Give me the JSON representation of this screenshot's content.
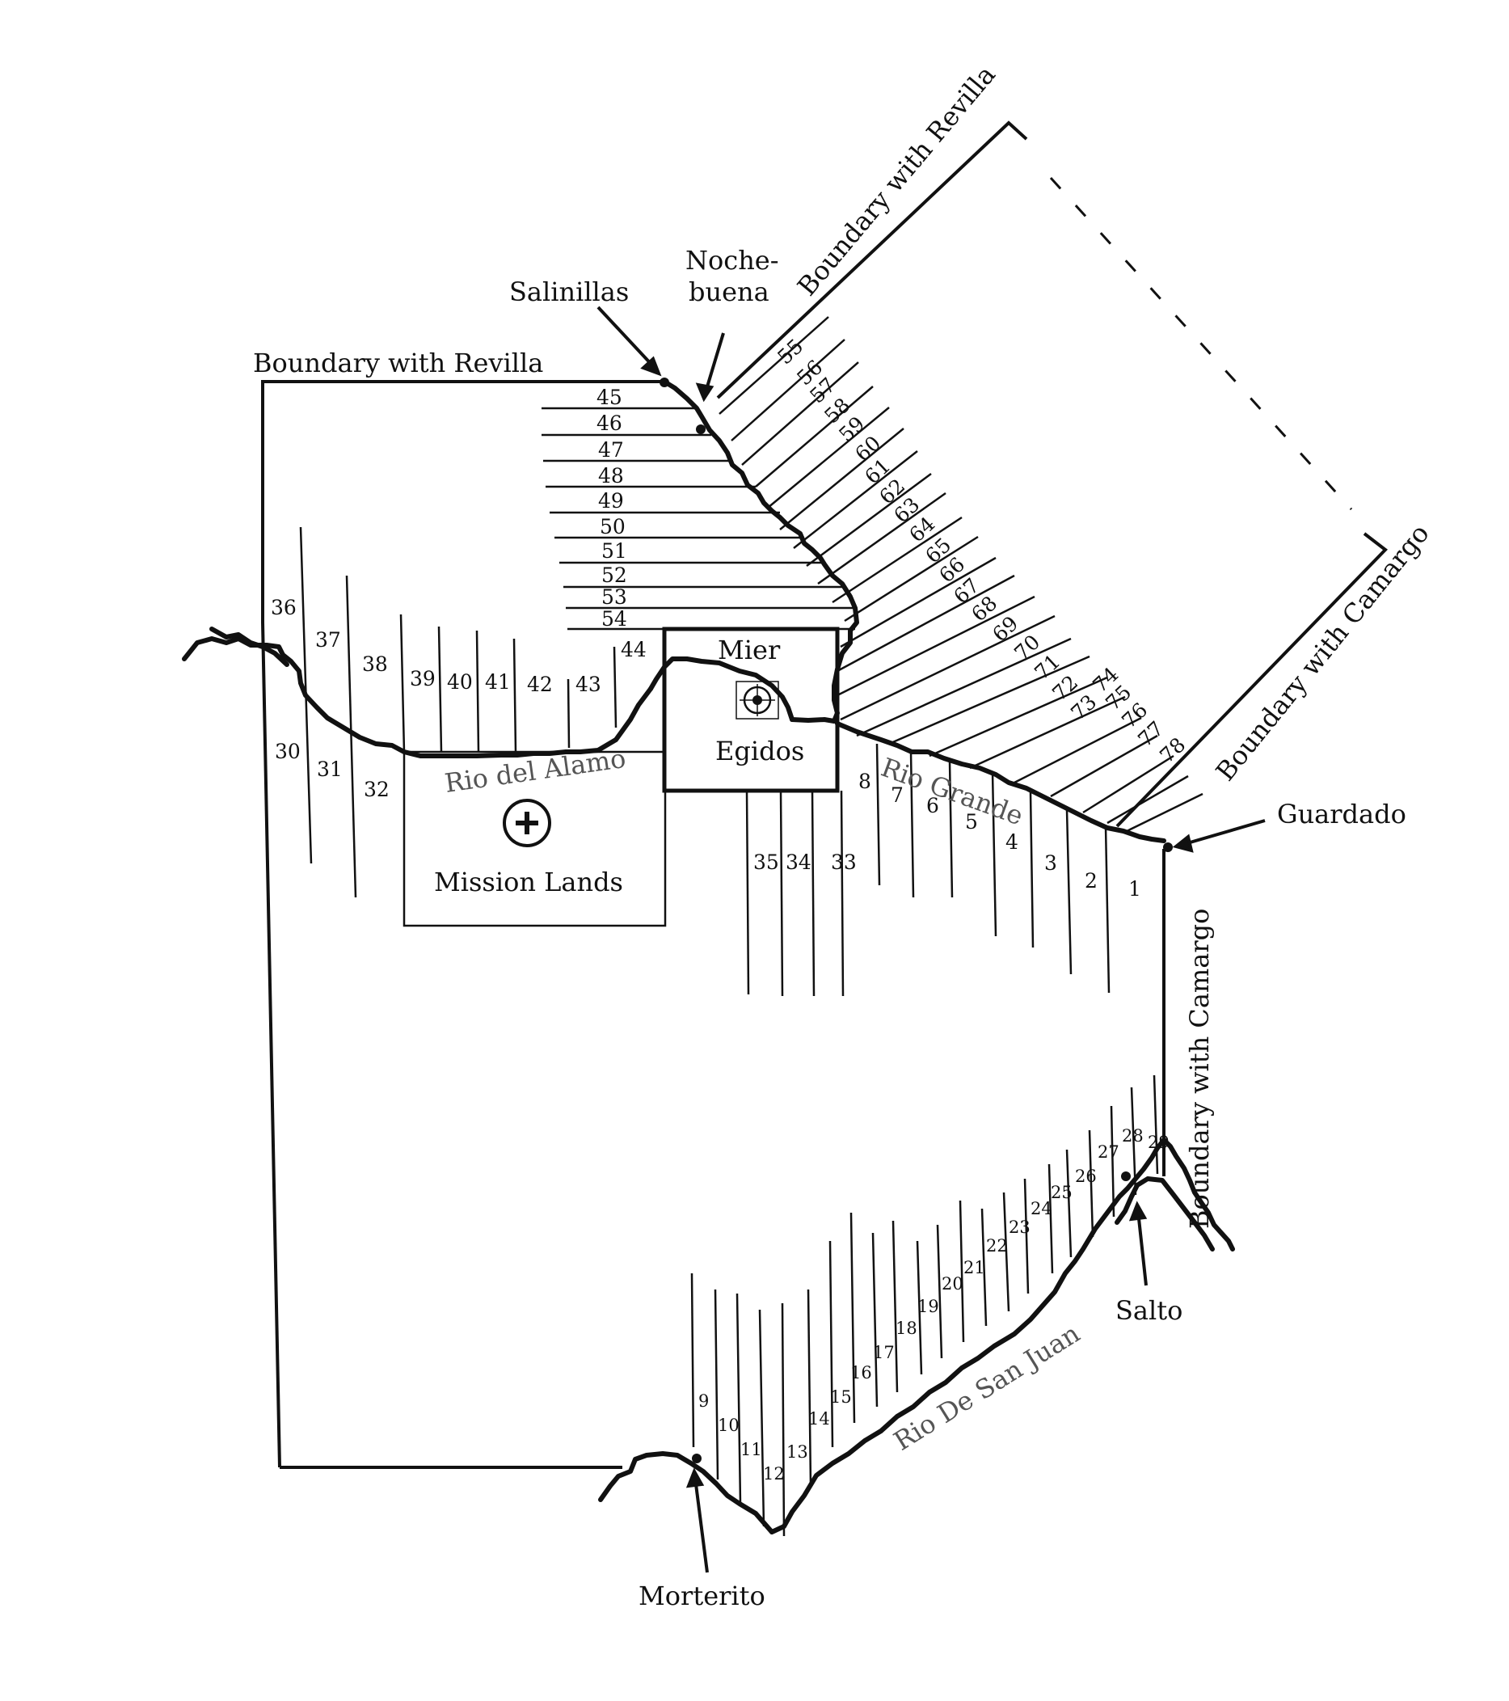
{
  "map": {
    "places": {
      "salinillas": "Salinillas",
      "nochebuena_1": "Noche-",
      "nochebuena_2": "buena",
      "mier": "Mier",
      "egidos": "Egidos",
      "mission_lands": "Mission Lands",
      "guardado": "Guardado",
      "salto": "Salto",
      "morterito": "Morterito"
    },
    "rivers": {
      "rio_grande": "Rio Grande",
      "rio_del_alamo": "Rio del Alamo",
      "rio_san_juan": "Rio De San Juan"
    },
    "boundaries": {
      "revilla_west": "Boundary with Revilla",
      "revilla_north": "Boundary with Revilla",
      "camargo_northeast": "Boundary with Camargo",
      "camargo_east": "Boundary with Camargo"
    },
    "porciones": [
      "1",
      "2",
      "3",
      "4",
      "5",
      "6",
      "7",
      "8",
      "9",
      "10",
      "11",
      "12",
      "13",
      "14",
      "15",
      "16",
      "17",
      "18",
      "19",
      "20",
      "21",
      "22",
      "23",
      "24",
      "25",
      "26",
      "27",
      "28",
      "29",
      "30",
      "31",
      "32",
      "33",
      "34",
      "35",
      "36",
      "37",
      "38",
      "39",
      "40",
      "41",
      "42",
      "43",
      "44",
      "45",
      "46",
      "47",
      "48",
      "49",
      "50",
      "51",
      "52",
      "53",
      "54",
      "55",
      "56",
      "57",
      "58",
      "59",
      "60",
      "61",
      "62",
      "63",
      "64",
      "65",
      "66",
      "67",
      "68",
      "69",
      "70",
      "71",
      "72",
      "73",
      "74",
      "75",
      "76",
      "77",
      "78"
    ],
    "icons": {
      "mission": "mission-cross-icon",
      "town": "town-target-icon"
    },
    "colors": {
      "ink": "#111111",
      "river_label": "#555555"
    }
  }
}
